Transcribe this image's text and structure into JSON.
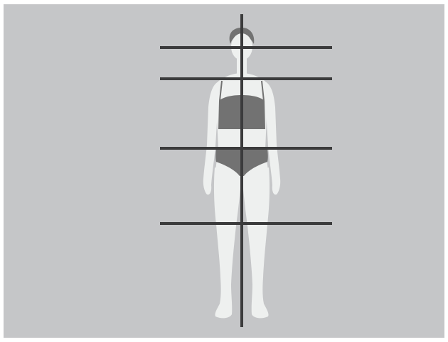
{
  "colors": {
    "background": "#c5c6c8",
    "figure_skin": "#eef0ef",
    "garment": "#727272",
    "line": "#3b3b3c"
  },
  "diagram": {
    "type": "body proportion guide",
    "vertical_lines": 1,
    "horizontal_lines": 4
  }
}
